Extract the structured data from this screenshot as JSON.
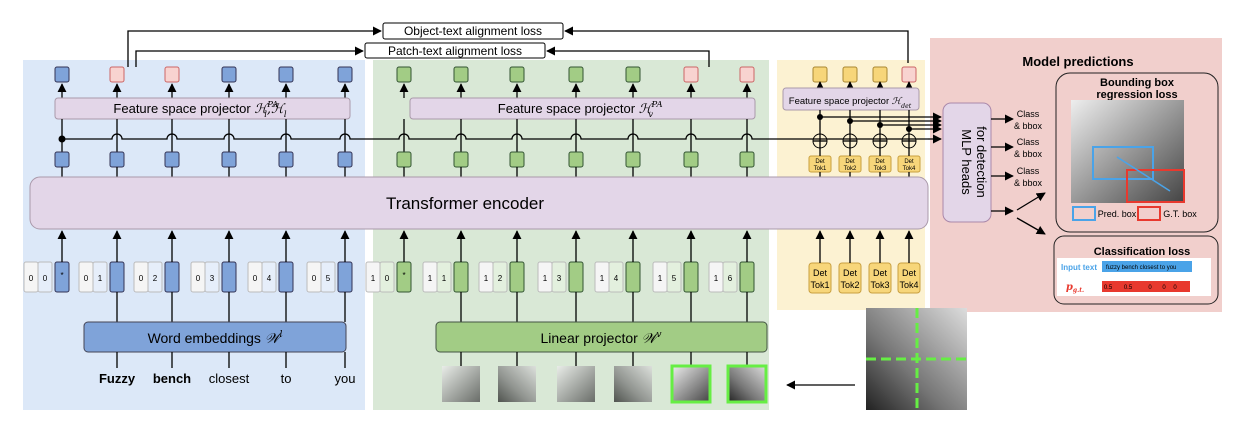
{
  "losses": {
    "object_text": "Object-text alignment loss",
    "patch_text": "Patch-text alignment loss"
  },
  "projectors": {
    "text": {
      "label": "Feature space projector ",
      "math": "ℋ",
      "sup": "PA",
      "sub": "l",
      "extra": ",ℋ",
      "extra_sub": "l"
    },
    "vision": {
      "label": "Feature space projector ",
      "math": "ℋ",
      "sup": "PA",
      "sub": "v"
    },
    "det": {
      "label": "Feature space projector ",
      "math": "ℋ",
      "sub": "det"
    }
  },
  "encoder": {
    "label": "Transformer encoder"
  },
  "word_embeddings": {
    "label": "Word embeddings ",
    "math": "𝒲",
    "sup": "l"
  },
  "linear_projector": {
    "label": "Linear projector ",
    "math": "𝒲",
    "sup": "v"
  },
  "words": [
    "Fuzzy",
    "bench",
    "closest",
    "to",
    "you"
  ],
  "bold_words": [
    "Fuzzy",
    "bench"
  ],
  "text_tokens": [
    [
      "0",
      "0",
      "*"
    ],
    [
      "0",
      "1"
    ],
    [
      "0",
      "2"
    ],
    [
      "0",
      "3"
    ],
    [
      "0",
      "4"
    ],
    [
      "0",
      "5"
    ]
  ],
  "vision_tokens": [
    [
      "1",
      "0",
      "*"
    ],
    [
      "1",
      "1"
    ],
    [
      "1",
      "2"
    ],
    [
      "1",
      "3"
    ],
    [
      "1",
      "4"
    ],
    [
      "1",
      "5"
    ],
    [
      "1",
      "6"
    ]
  ],
  "det_tokens_small": [
    "Det Tok1",
    "Det Tok2",
    "Det Tok3",
    "Det Tok4"
  ],
  "det_tokens": [
    "Det Tok1",
    "Det Tok2",
    "Det Tok3",
    "Det Tok4"
  ],
  "mlp": {
    "line1": "MLP heads",
    "line2": "for detection"
  },
  "outputs": [
    "Class",
    "& bbox"
  ],
  "predictions": {
    "title": "Model predictions",
    "bbox_title_1": "Bounding box",
    "bbox_title_2": "regression loss",
    "pred_box": "Pred. box",
    "gt_box": "G.T. box",
    "cls_title": "Classification loss",
    "input_text_label": "Input text",
    "input_text": "fuzzy  bench  closest to you",
    "pgt_label": "p",
    "pgt_sub": "g.t.",
    "pgt_values": [
      "0.5",
      "0.5",
      "0",
      "0",
      "0"
    ]
  },
  "colors": {
    "blue_panel": "#dce8f8",
    "green_panel": "#d9e8d6",
    "yellow_panel": "#fcf2d2",
    "pink_panel": "#f1cfcc",
    "blue_token": "#7fa3d9",
    "green_token": "#a2cc85",
    "yellow_token": "#f7d67a",
    "pink_token": "#f8d3d0",
    "purple_box": "#e3d6e8",
    "pred_box": "#4aa3e8",
    "gt_box": "#e8392e",
    "patch_highlight": "#66ee44"
  }
}
